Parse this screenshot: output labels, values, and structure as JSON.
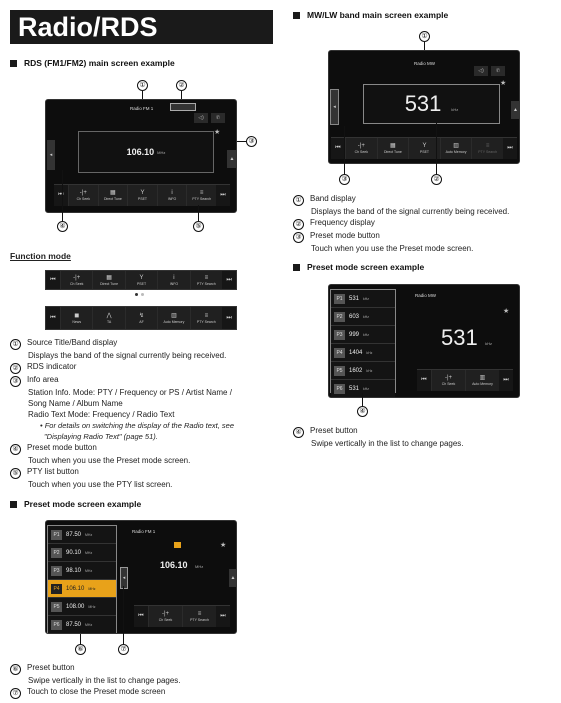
{
  "title": "Radio/RDS",
  "rds_section": {
    "heading": "RDS (FM1/FM2) main screen example",
    "screen": {
      "band": "Radio FM 1",
      "frequency": "106.10",
      "unit": "MHz",
      "buttons": [
        {
          "icon": "-|+",
          "label": "Ch Seek"
        },
        {
          "icon": "▦",
          "label": "Direct Tune"
        },
        {
          "icon": "Y",
          "label": "PSET"
        },
        {
          "icon": "i",
          "label": "INFO"
        },
        {
          "icon": "≡",
          "label": "PTY Search"
        }
      ]
    },
    "callouts": [
      "①",
      "②",
      "③",
      "④",
      "⑤"
    ]
  },
  "function_mode": {
    "heading": "Function mode",
    "bar1": [
      {
        "icon": "-|+",
        "label": "Ch Seek"
      },
      {
        "icon": "▦",
        "label": "Direct Tune"
      },
      {
        "icon": "Y",
        "label": "PSET"
      },
      {
        "icon": "i",
        "label": "INFO"
      },
      {
        "icon": "≡",
        "label": "PTY Search"
      }
    ],
    "bar2": [
      {
        "icon": "◼",
        "label": "News"
      },
      {
        "icon": "⋀",
        "label": "TA"
      },
      {
        "icon": "↯",
        "label": "AF"
      },
      {
        "icon": "▥",
        "label": "Auto Memory"
      },
      {
        "icon": "≡",
        "label": "PTY Search"
      }
    ]
  },
  "rds_desc": [
    {
      "num": "①",
      "title": "Source Title/Band display",
      "lines": [
        "Displays the band of the signal currently being received."
      ]
    },
    {
      "num": "②",
      "title": "RDS indicator",
      "lines": []
    },
    {
      "num": "③",
      "title": "Info area",
      "lines": [
        "Station Info. Mode: PTY / Frequency or PS / Artist Name /",
        "Song Name / Album Name",
        "Radio Text Mode: Frequency / Radio Text"
      ],
      "note": "For details on switching the display of the Radio text, see",
      "note2": "\"Displaying Radio Text\" (page 51)."
    },
    {
      "num": "④",
      "title": "Preset mode button",
      "lines": [
        "Touch when you use the Preset mode screen."
      ]
    },
    {
      "num": "⑤",
      "title": "PTY list button",
      "lines": [
        "Touch when you use the PTY list screen."
      ]
    }
  ],
  "preset_left": {
    "heading": "Preset mode screen example",
    "band": "Radio FM 1",
    "frequency": "106.10",
    "unit": "MHz",
    "presets": [
      {
        "p": "P1",
        "f": "87.50",
        "u": "MHz",
        "active": false
      },
      {
        "p": "P2",
        "f": "90.10",
        "u": "MHz",
        "active": false
      },
      {
        "p": "P3",
        "f": "98.10",
        "u": "MHz",
        "active": false
      },
      {
        "p": "P4",
        "f": "106.10",
        "u": "MHz",
        "active": true
      },
      {
        "p": "P5",
        "f": "108.00",
        "u": "MHz",
        "active": false
      },
      {
        "p": "P6",
        "f": "87.50",
        "u": "MHz",
        "active": false
      }
    ],
    "buttons": [
      {
        "icon": "-|+",
        "label": "Ch Seek"
      },
      {
        "icon": "≡",
        "label": "PTY Search"
      }
    ],
    "callouts": [
      "⑥",
      "⑦"
    ]
  },
  "preset_left_desc": [
    {
      "num": "⑥",
      "title": "Preset button",
      "lines": [
        "Swipe vertically in the list to change pages."
      ]
    },
    {
      "num": "⑦",
      "title": "Touch to close the Preset mode screen",
      "lines": []
    }
  ],
  "mw_section": {
    "heading": "MW/LW band main screen example",
    "band": "Radio MW",
    "frequency": "531",
    "unit": "kHz",
    "buttons": [
      {
        "icon": "-|+",
        "label": "Ch Seek"
      },
      {
        "icon": "▦",
        "label": "Direct Tune"
      },
      {
        "icon": "Y",
        "label": "PSET"
      },
      {
        "icon": "▥",
        "label": "Auto Memory"
      },
      {
        "icon": "≡",
        "label": "PTY Search"
      }
    ],
    "callouts": [
      "①",
      "②",
      "③"
    ]
  },
  "mw_desc": [
    {
      "num": "①",
      "title": "Band display",
      "lines": [
        "Displays the band of the signal currently being received."
      ]
    },
    {
      "num": "②",
      "title": "Frequency display",
      "lines": []
    },
    {
      "num": "③",
      "title": "Preset mode button",
      "lines": [
        "Touch when you use the Preset mode screen."
      ]
    }
  ],
  "preset_right": {
    "heading": "Preset mode screen example",
    "band": "Radio MW",
    "frequency": "531",
    "unit": "kHz",
    "presets": [
      {
        "p": "P1",
        "f": "531",
        "u": "kHz"
      },
      {
        "p": "P2",
        "f": "603",
        "u": "kHz"
      },
      {
        "p": "P3",
        "f": "999",
        "u": "kHz"
      },
      {
        "p": "P4",
        "f": "1404",
        "u": "kHz"
      },
      {
        "p": "P5",
        "f": "1602",
        "u": "kHz"
      },
      {
        "p": "P6",
        "f": "531",
        "u": "kHz"
      }
    ],
    "buttons": [
      {
        "icon": "-|+",
        "label": "Ch Seek"
      },
      {
        "icon": "▥",
        "label": "Auto Memory"
      }
    ],
    "callouts": [
      "④"
    ]
  },
  "preset_right_desc": [
    {
      "num": "④",
      "title": "Preset button",
      "lines": [
        "Swipe vertically in the list to change pages."
      ]
    }
  ],
  "screen_icons": {
    "mute": "◁)",
    "phone": "✆",
    "star": "★",
    "prev": "⏮",
    "next": "⏭",
    "up": "▲",
    "down": "▼",
    "side": "◂"
  }
}
